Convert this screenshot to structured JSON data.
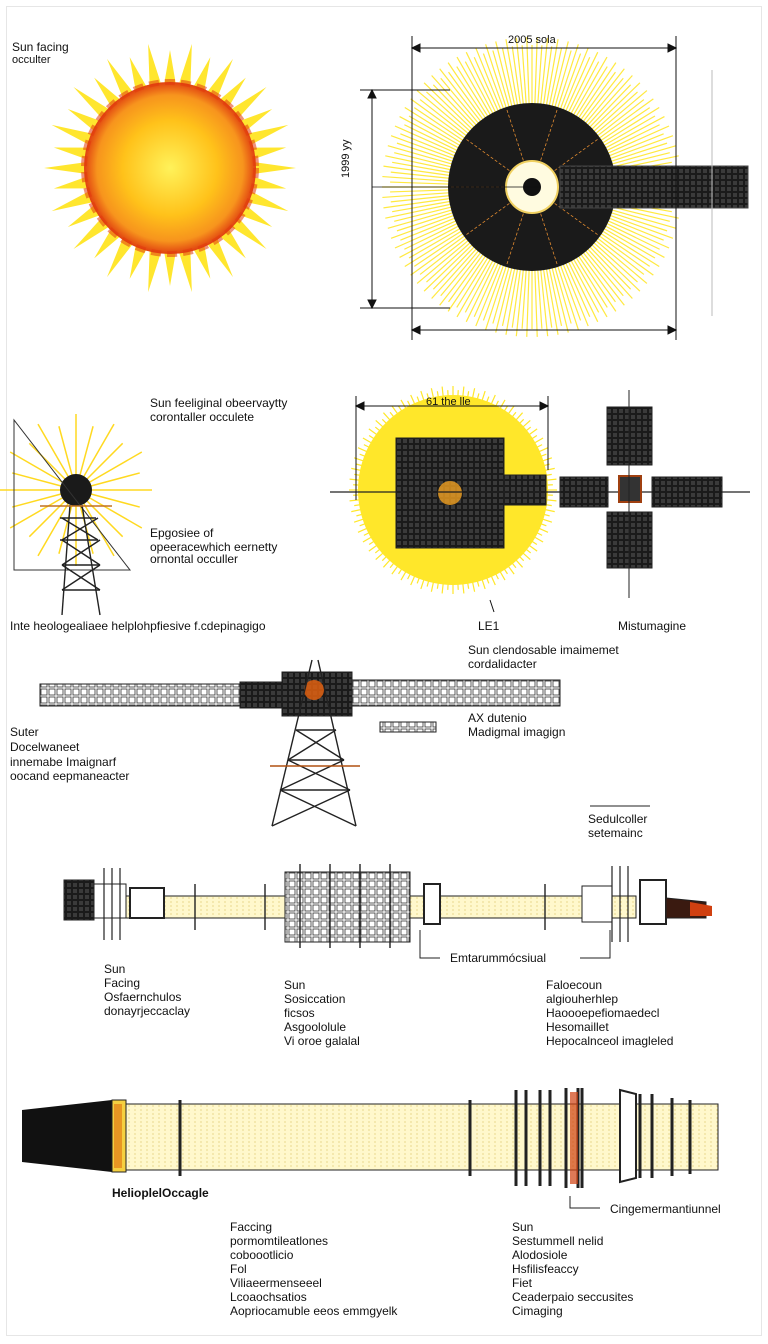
{
  "panel1": {
    "caption_l1": "Sun facing",
    "caption_l2": "occulter",
    "dim_top": "2005 sola",
    "dim_side": "1999 yy"
  },
  "panel2": {
    "caption_l1": "Sun feeliginal obeervaytty",
    "caption_l2": "corontaller occulete",
    "side_l1": "Epgosiee of",
    "side_l2": "opeeracewhich eernetty",
    "side_l2b": "ornontal occuller",
    "dim_top": "61 the lle",
    "caption_bottom": "Inte heologealiaee helplohpfiesive f.cdepinagigo",
    "label_center": "LE1",
    "label_right": "Mistumagine"
  },
  "panel3": {
    "top_l1": "Sun clendosable imaimemet",
    "top_l2": "cordalidacter",
    "right_l1": "AX dutenio",
    "right_l2": "Madigmal imagign",
    "left_l1": "Suter",
    "left_l2": "Docelwaneet",
    "left_l3": "innemabe Imaignarf",
    "left_l4": "oocand eepmaneacter",
    "far_right_l1": "Sedulcoller",
    "far_right_l2": "setemainc"
  },
  "panel4": {
    "callout": "Emtarummócsiual",
    "col1": [
      "Sun",
      "Facing",
      "Osfaernchulos",
      "donayrjeccaclay"
    ],
    "col2": [
      "Sun",
      "Sosiccation",
      "ficsos",
      "Asgoololule",
      "Vi oroe galalal"
    ],
    "col3": [
      "Faloecoun",
      "algiouherhlep",
      "Haoooepefiomaedecl",
      "Hesomaillet",
      "Hepocalnceol imagleled"
    ]
  },
  "panel5": {
    "left_label": "HelioplelOccagle",
    "right_label": "Cingemermantiunnel",
    "col1": [
      "Faccing",
      "pormomtileatlones",
      "coboootlicio",
      "Fol",
      "Viliaeermenseeel",
      "Lcoaochsatios",
      "Aopriocamuble eeos emmgyelk"
    ],
    "col2": [
      "Sun",
      "Sestummell nelid",
      "Alodosiole",
      "Hsfilisfeaccy",
      "Fiet",
      "Ceaderpaio seccusites",
      "Cimaging"
    ]
  },
  "colors": {
    "sun_yellow": "#ffe830",
    "sun_orange": "#f7a020",
    "sun_red": "#e04010",
    "panel_dark": "#1d1d1d",
    "boom": "#fff6c0"
  }
}
